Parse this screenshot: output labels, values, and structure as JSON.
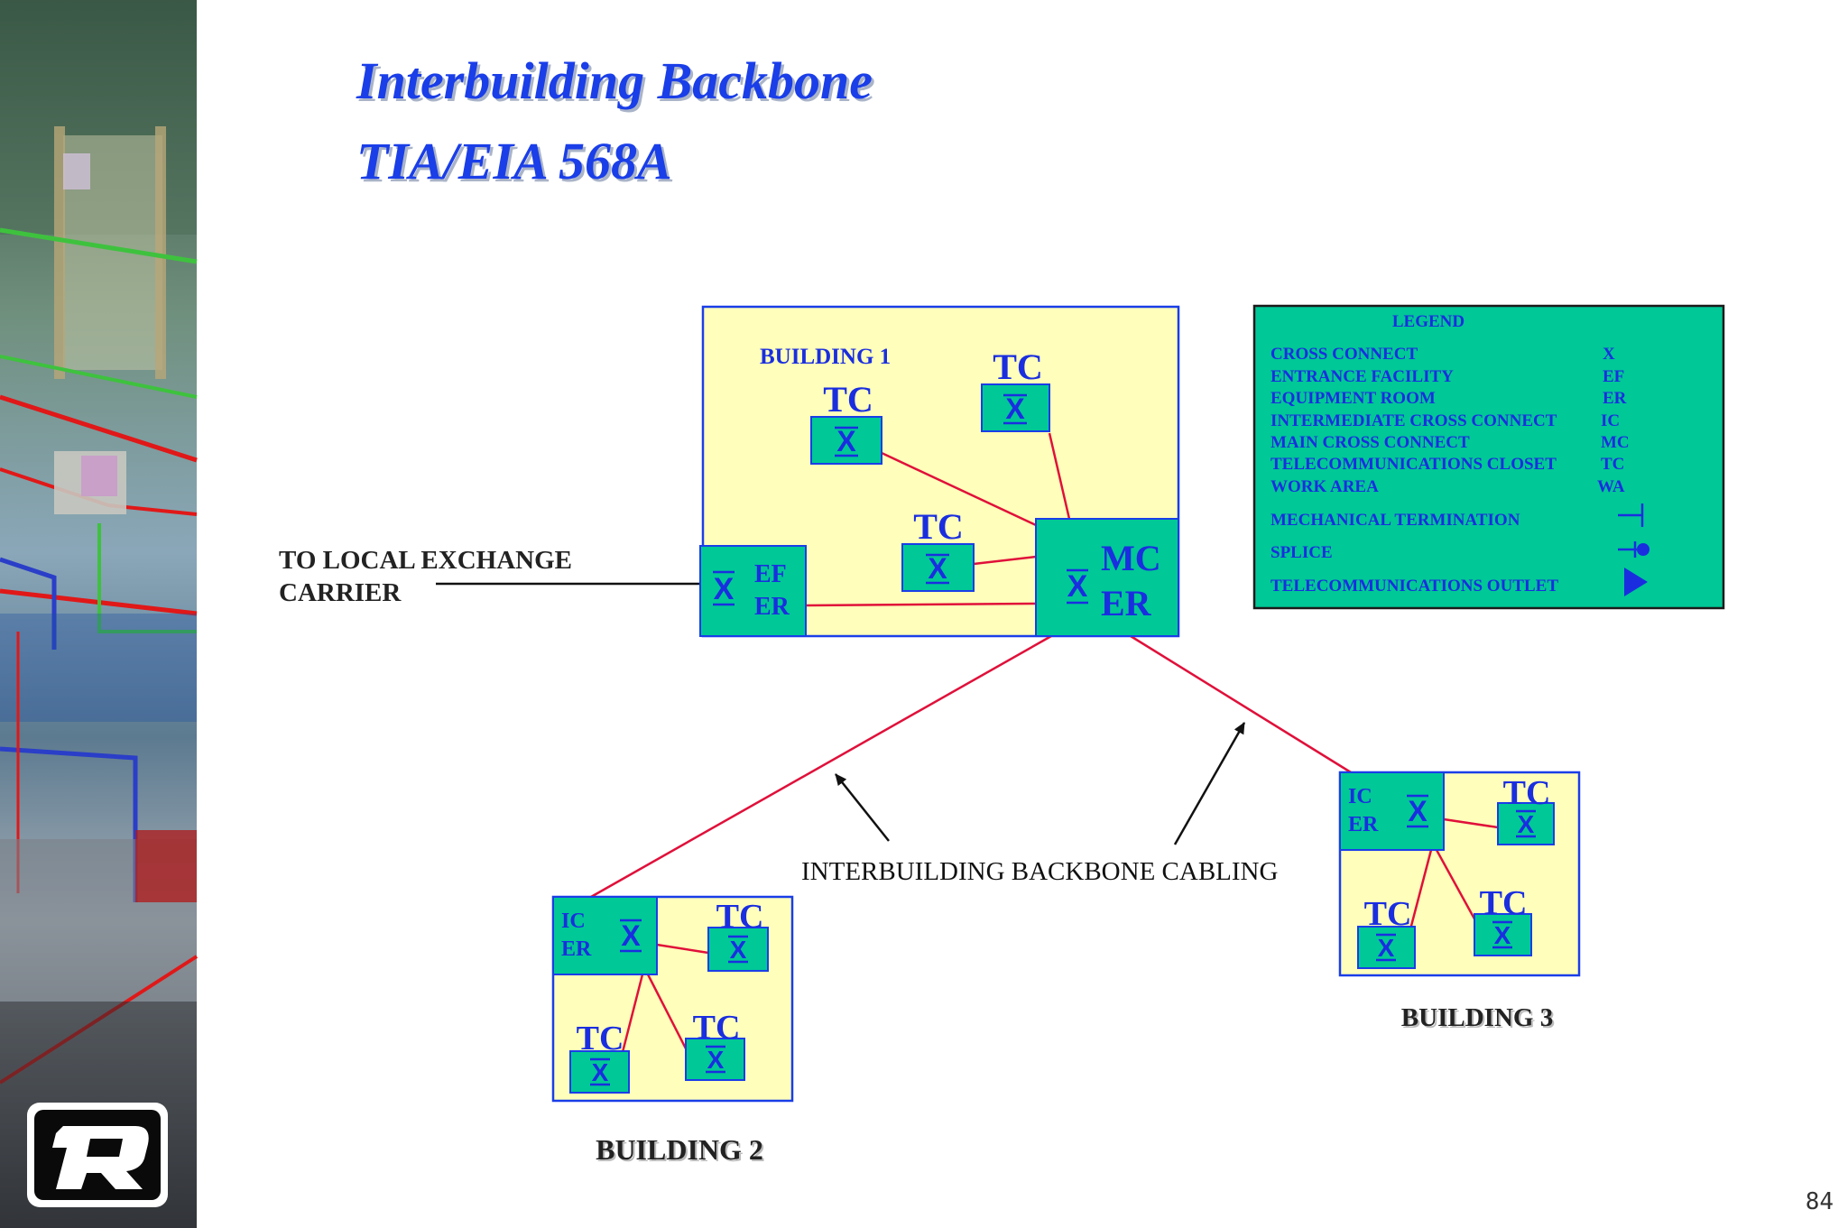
{
  "slide": {
    "title_line1": "Interbuilding Backbone",
    "title_line2": "TIA/EIA  568A",
    "page_number": "84"
  },
  "diagram": {
    "building1": {
      "label": "BUILDING  1",
      "tc_top_left": "TC",
      "tc_top_right": "TC",
      "tc_middle": "TC",
      "ef_label": "EF",
      "er_label_ef": "ER",
      "mc_label": "MC",
      "er_label_mc": "ER"
    },
    "building2": {
      "label": "BUILDING 2",
      "ic_label": "IC",
      "er_label": "ER",
      "tc_right": "TC",
      "tc_bottom_left": "TC",
      "tc_bottom_right": "TC"
    },
    "building3": {
      "label": "BUILDING  3",
      "ic_label": "IC",
      "er_label": "ER",
      "tc_right": "TC",
      "tc_bottom_left": "TC",
      "tc_bottom_right": "TC"
    },
    "carrier_line1": "TO  LOCAL  EXCHANGE",
    "carrier_line2": "CARRIER",
    "backbone_label": "INTERBUILDING  BACKBONE   CABLING",
    "cross_glyph": "X"
  },
  "legend": {
    "title": "LEGEND",
    "items": [
      {
        "term": "CROSS CONNECT",
        "abbr": "X"
      },
      {
        "term": "ENTRANCE FACILITY",
        "abbr": "EF"
      },
      {
        "term": "EQUIPMENT  ROOM",
        "abbr": "ER"
      },
      {
        "term": "INTERMEDIATE  CROSS  CONNECT",
        "abbr": "IC"
      },
      {
        "term": "MAIN  CROSS  CONNECT",
        "abbr": "MC"
      },
      {
        "term": "TELECOMMUNICATIONS  CLOSET",
        "abbr": "TC"
      },
      {
        "term": "WORK  AREA",
        "abbr": "WA"
      }
    ],
    "symbols": [
      {
        "term": "MECHANICAL  TERMINATION",
        "icon": "mechanical-termination-icon"
      },
      {
        "term": "SPLICE",
        "icon": "splice-icon"
      },
      {
        "term": "TELECOMMUNICATIONS  OUTLET",
        "icon": "outlet-triangle-icon"
      }
    ]
  },
  "colors": {
    "title": "#1a3ee8",
    "building_fill": "#ffffbb",
    "building_border": "#1a3ee8",
    "box_fill": "#00c896",
    "cable": "#e0103a",
    "text_blue": "#1a2ee0",
    "legend_fill": "#00c896"
  }
}
